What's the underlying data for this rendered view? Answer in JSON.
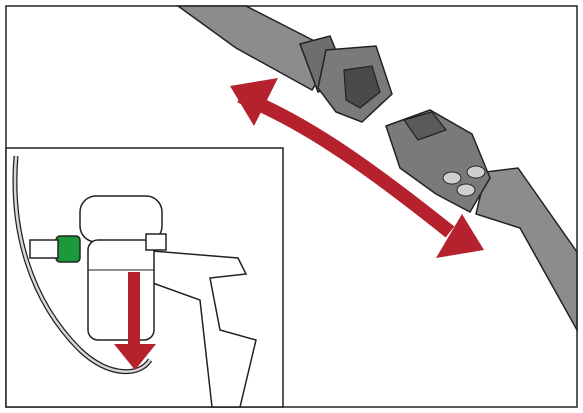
{
  "figure": {
    "kind": "technical-illustration",
    "main_view": "disconnecting-electrical-connector",
    "inset_view": "vacuum-pump-removal",
    "colors": {
      "arrow": "#b5222e",
      "cable": "#8c8c8c",
      "connector": "#6e6e6e",
      "hose_fitting": "#1a9a3a",
      "outline": "#222222",
      "panel": "#ffffff"
    }
  }
}
